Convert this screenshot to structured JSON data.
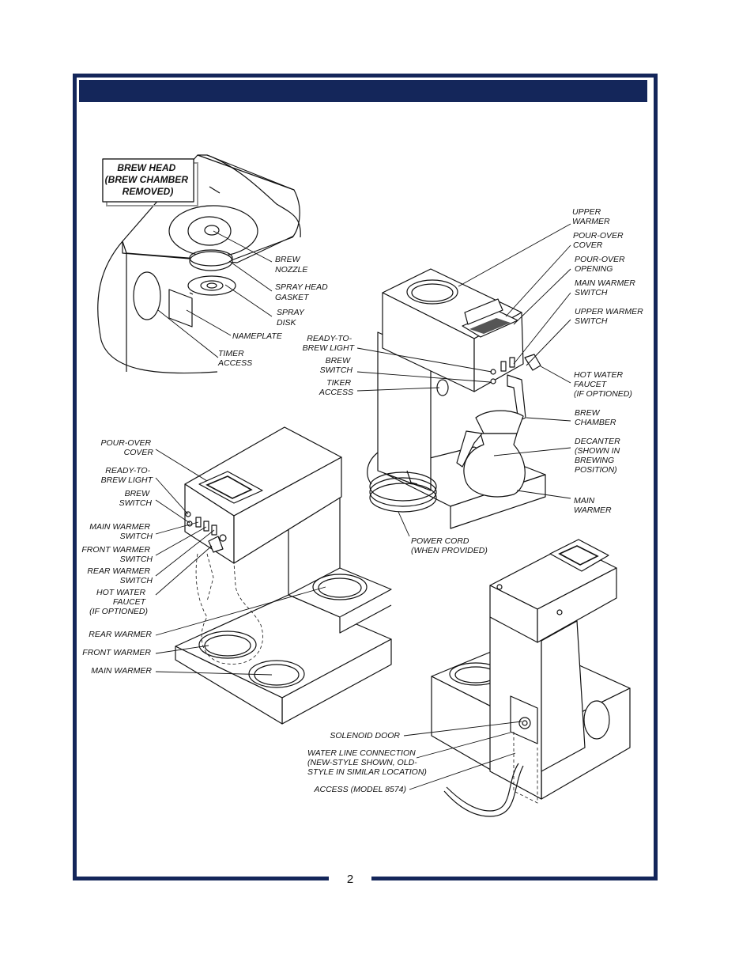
{
  "page_number": "2",
  "brew_head_callout": [
    "BREW HEAD",
    "(BREW CHAMBER",
    "REMOVED)"
  ],
  "brew_head_labels": {
    "brew_nozzle": [
      "BREW",
      "NOZZLE"
    ],
    "spray_head_gasket": [
      "SPRAY HEAD",
      "GASKET"
    ],
    "spray_disk": [
      "SPRAY",
      "DISK"
    ],
    "nameplate": [
      "NAMEPLATE"
    ],
    "timer_access": [
      "TIMER",
      "ACCESS"
    ]
  },
  "single_brewer_labels": {
    "upper_warmer": [
      "UPPER",
      "WARMER"
    ],
    "pour_over_cover": [
      "POUR-OVER",
      "COVER"
    ],
    "pour_over_opening": [
      "POUR-OVER",
      "OPENING"
    ],
    "main_warmer_switch": [
      "MAIN WARMER",
      "SWITCH"
    ],
    "upper_warmer_switch": [
      "UPPER WARMER",
      "SWITCH"
    ],
    "ready_to_brew_light": [
      "READY-TO-",
      "BREW LIGHT"
    ],
    "brew_switch": [
      "BREW",
      "SWITCH"
    ],
    "tiker_access": [
      "TIKER",
      "ACCESS"
    ],
    "hot_water_faucet": [
      "HOT WATER",
      "FAUCET",
      "(IF OPTIONED)"
    ],
    "brew_chamber": [
      "BREW",
      "CHAMBER"
    ],
    "decanter": [
      "DECANTER",
      "(SHOWN IN",
      "BREWING",
      "POSITION)"
    ],
    "main_warmer": [
      "MAIN",
      "WARMER"
    ],
    "power_cord": [
      "POWER CORD",
      "(WHEN PROVIDED)"
    ]
  },
  "three_warmer_labels": {
    "pour_over_cover": [
      "POUR-OVER",
      "COVER"
    ],
    "ready_to_brew_light": [
      "READY-TO-",
      "BREW LIGHT"
    ],
    "brew_switch": [
      "BREW",
      "SWITCH"
    ],
    "main_warmer_switch": [
      "MAIN WARMER",
      "SWITCH"
    ],
    "front_warmer_switch": [
      "FRONT WARMER",
      "SWITCH"
    ],
    "rear_warmer_switch": [
      "REAR WARMER",
      "SWITCH"
    ],
    "hot_water_faucet": [
      "HOT WATER",
      "FAUCET",
      "(IF OPTIONED)"
    ],
    "rear_warmer": [
      "REAR WARMER"
    ],
    "front_warmer": [
      "FRONT WARMER"
    ],
    "main_warmer": [
      "MAIN WARMER"
    ]
  },
  "rear_view_labels": {
    "solenoid_door": [
      "SOLENOID DOOR"
    ],
    "water_line_connection": [
      "WATER LINE CONNECTION",
      "(NEW-STYLE SHOWN, OLD-",
      "STYLE IN SIMILAR LOCATION)"
    ],
    "access_model": [
      "ACCESS (MODEL 8574)"
    ]
  },
  "colors": {
    "frame": "#14265a",
    "ink": "#111111"
  }
}
